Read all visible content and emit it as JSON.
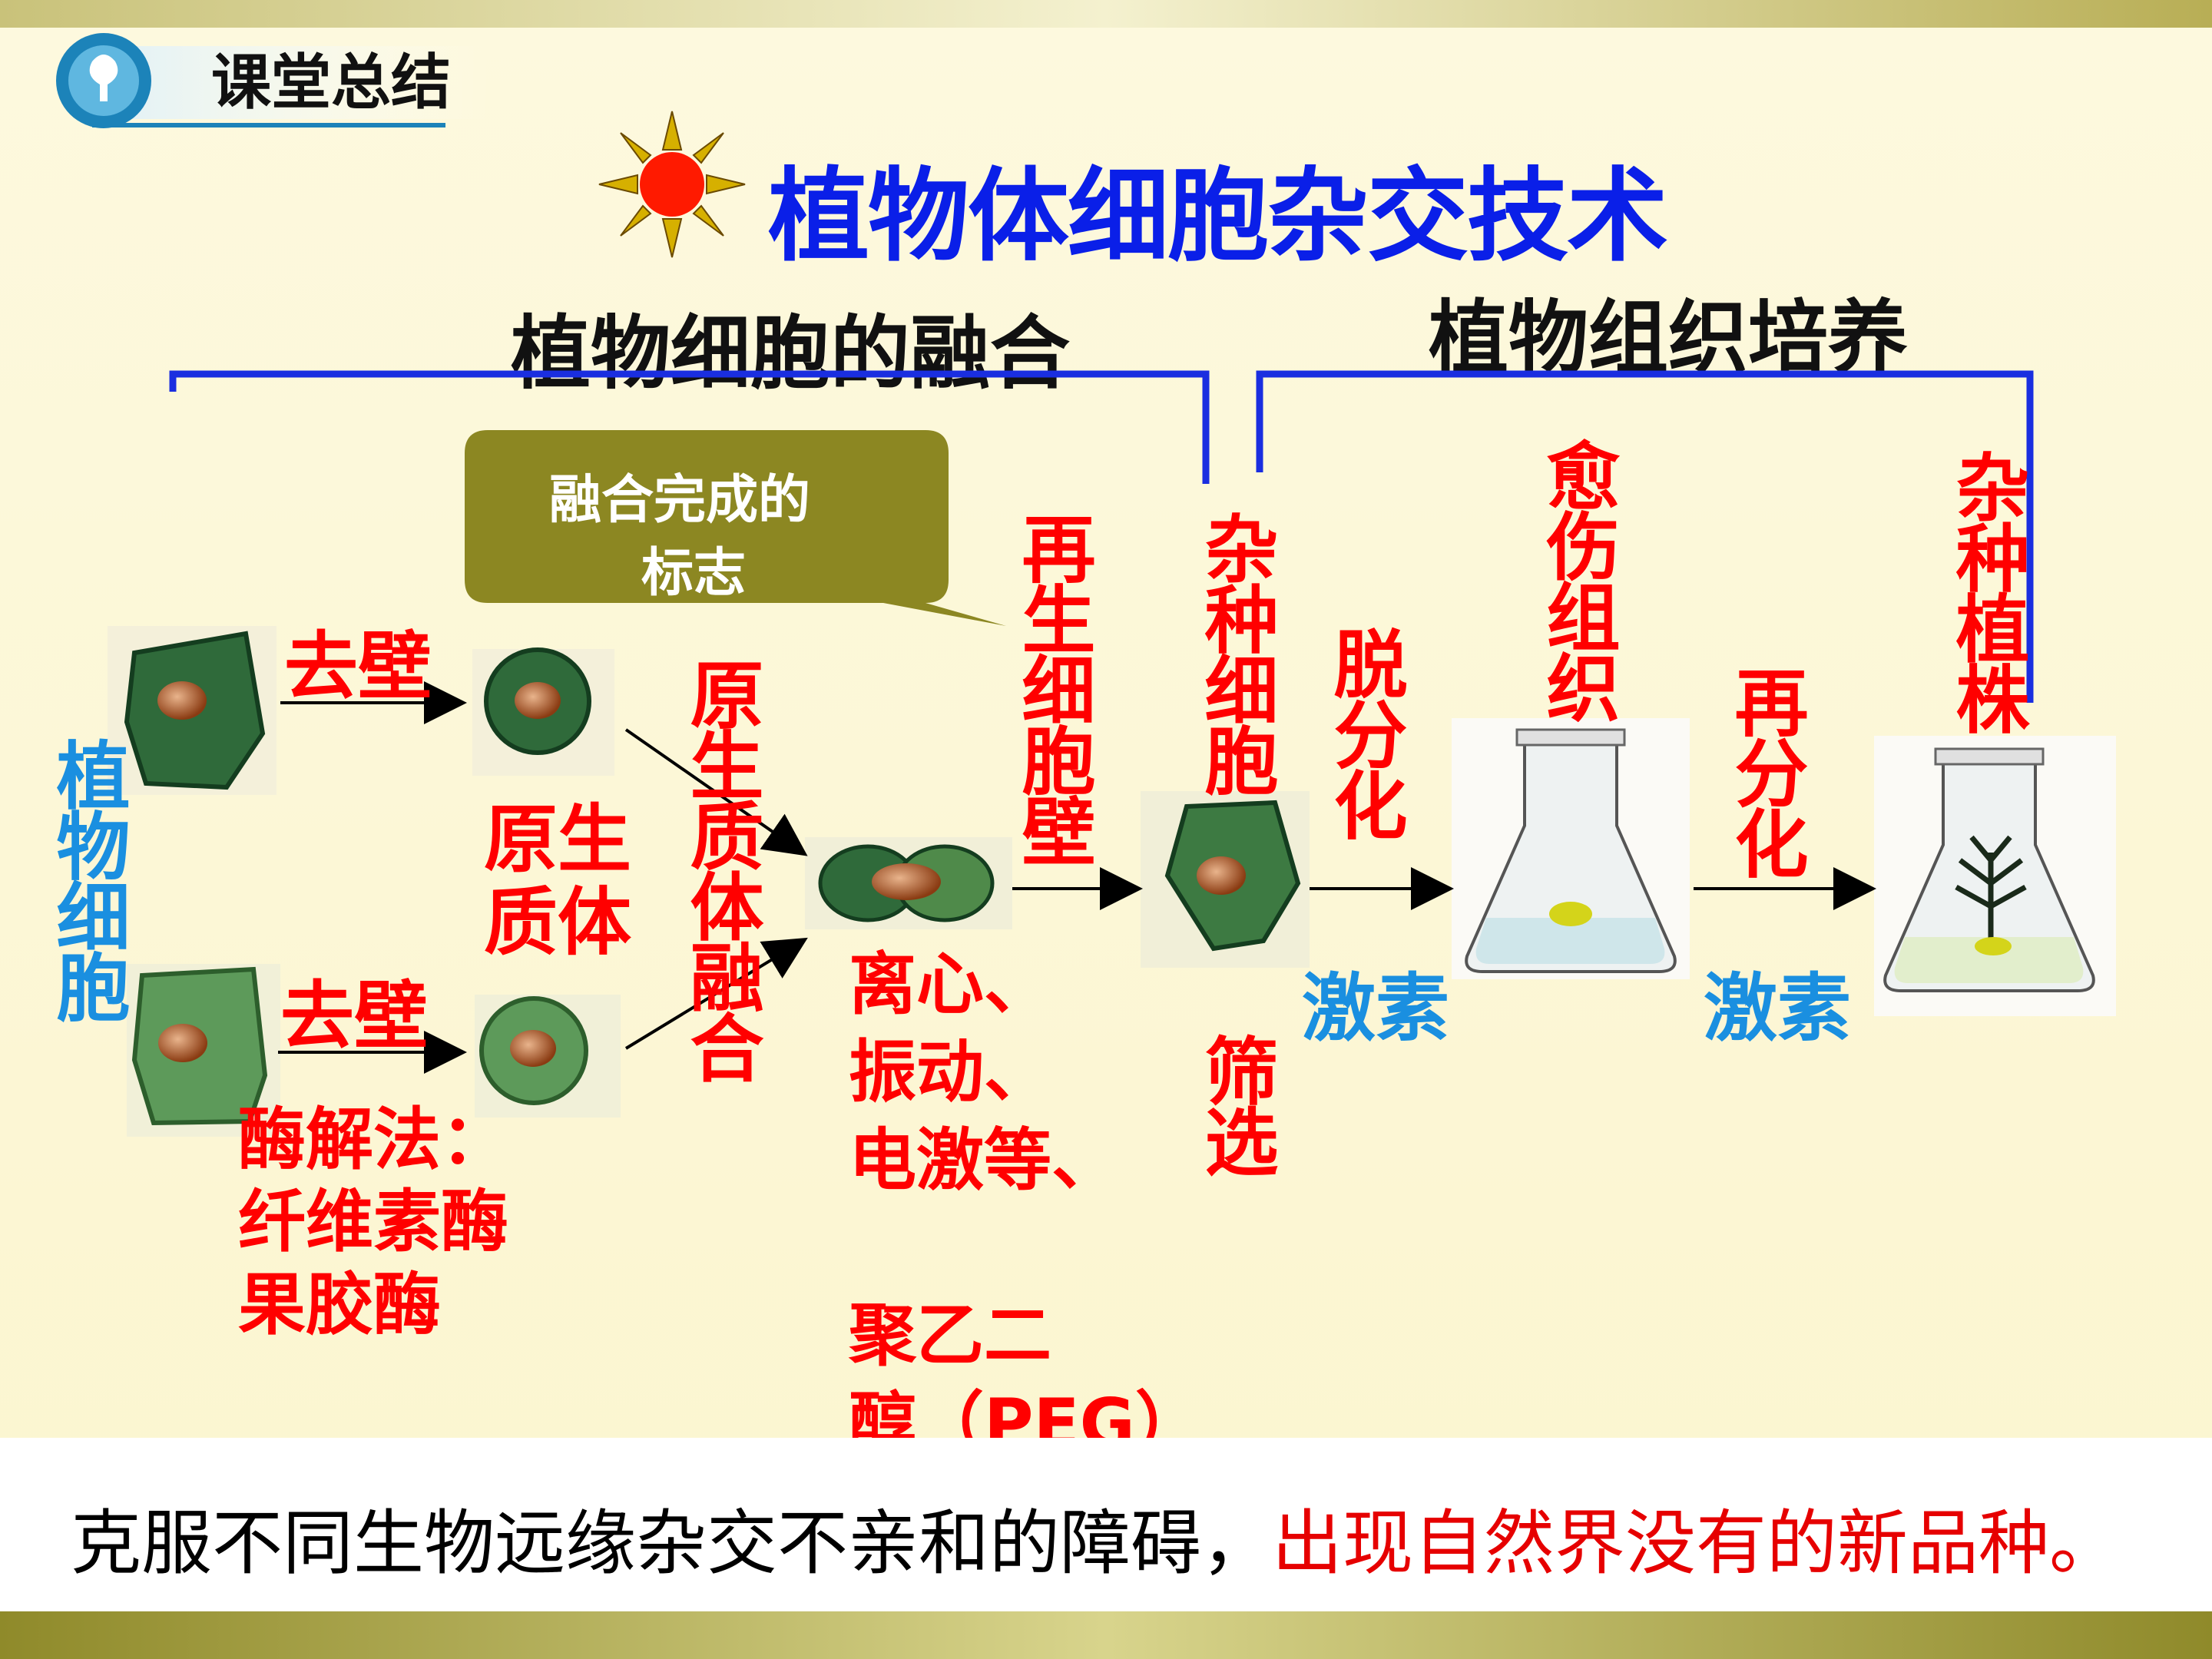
{
  "header": {
    "section_title": "课堂总结"
  },
  "title": "植物体细胞杂交技术",
  "phases": {
    "fusion": "植物细胞的融合",
    "culture": "植物组织培养"
  },
  "callout": {
    "line1": "融合完成的",
    "line2": "标志"
  },
  "labels": {
    "plant_cell": "植物细胞",
    "remove_wall_top": "去壁",
    "remove_wall_bottom": "去壁",
    "protoplast": "原生质体",
    "protoplast_fusion": "原生质体融合",
    "regen_wall": "再生细胞壁",
    "hybrid_cell": "杂种细胞",
    "screening": "筛选",
    "dediff": "脱分化",
    "callus": "愈伤组织",
    "rediff": "再分化",
    "hybrid_plant": "杂种植株",
    "hormone_1": "激素",
    "hormone_2": "激素"
  },
  "enzyme_method": [
    "酶解法：",
    "纤维素酶",
    "果胶酶"
  ],
  "fusion_methods": [
    "离心、",
    "振动、",
    "电激等、",
    "",
    "聚乙二",
    "醇（PEG）"
  ],
  "footer": {
    "part1": "克服不同生物远缘杂交不亲和的障碍，",
    "part2": "出现自然界没有的新品种。"
  },
  "colors": {
    "red": "#ff0000",
    "title_blue": "#0a1fe8",
    "label_blue": "#1a8fe0",
    "bracket": "#1a2ee0",
    "callout": "#8c8722"
  }
}
